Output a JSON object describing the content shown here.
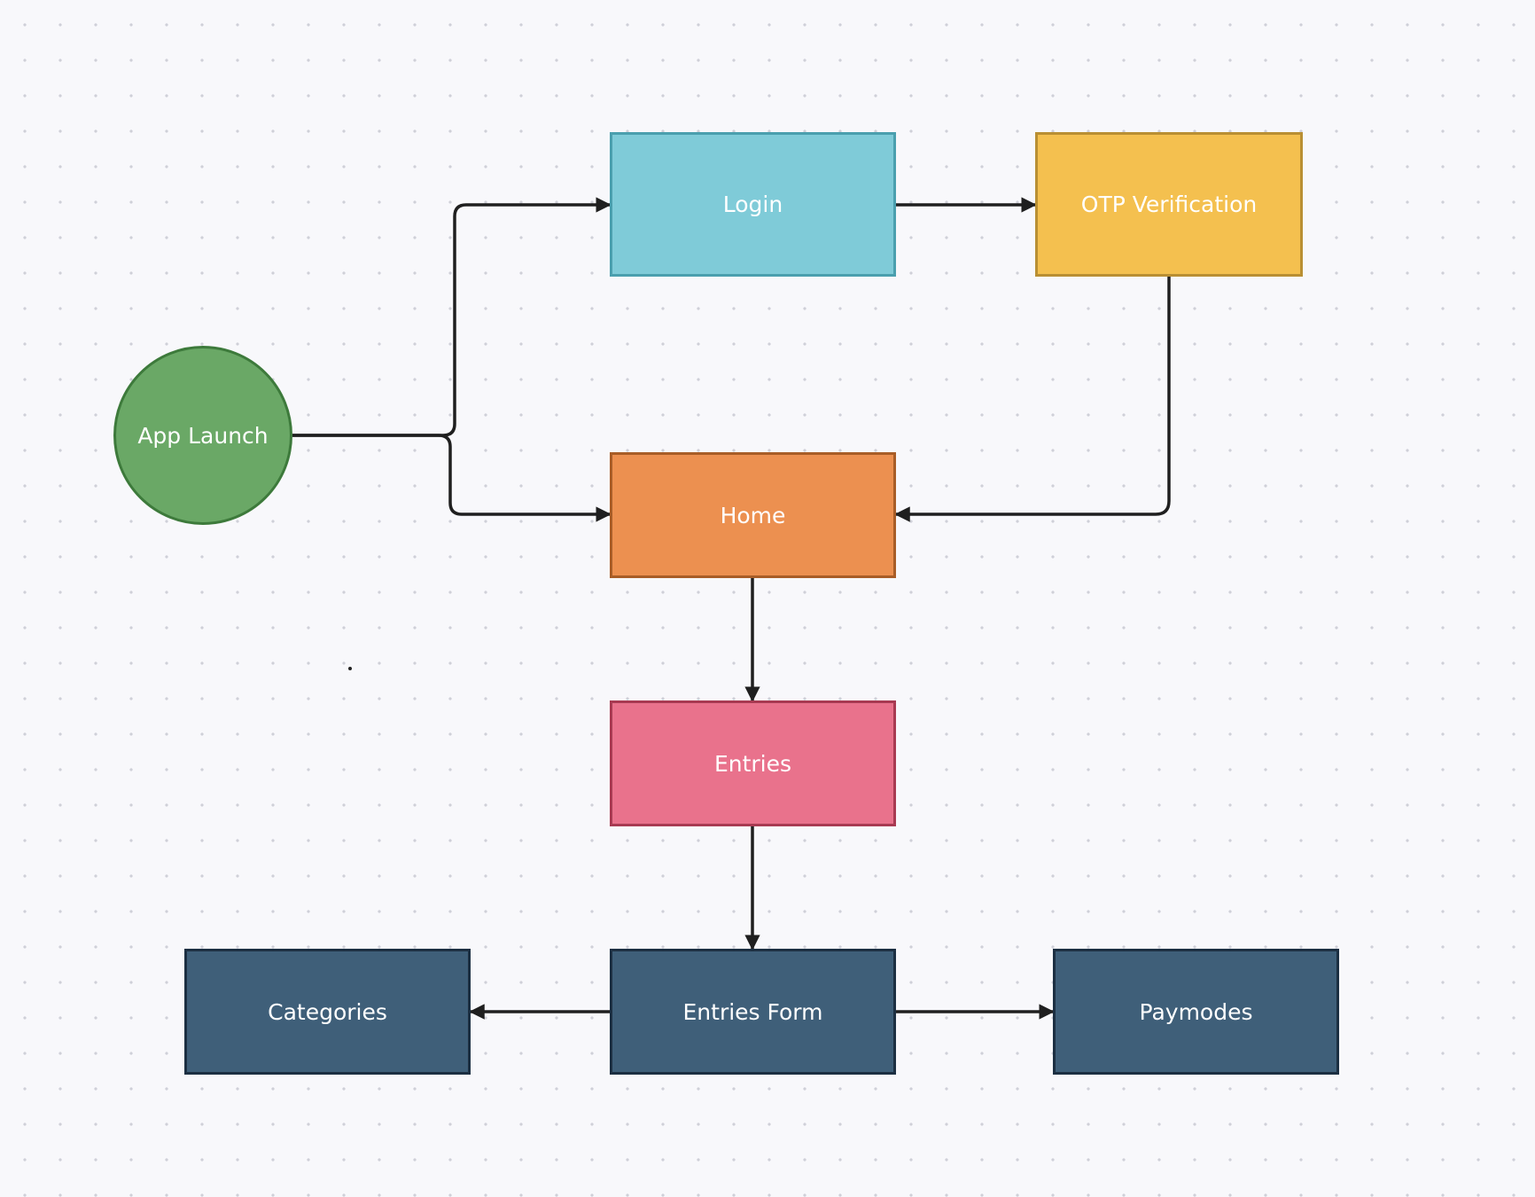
{
  "nodes": [
    {
      "id": "app_launch",
      "label": "App Launch",
      "shape": "circle",
      "fill": "#6aa866",
      "border": "#3d7a3b"
    },
    {
      "id": "login",
      "label": "Login",
      "shape": "rectangle",
      "fill": "#7fcbd8",
      "border": "#4a9fae"
    },
    {
      "id": "otp_verification",
      "label": "OTP Verification",
      "shape": "rectangle",
      "fill": "#f4c04f",
      "border": "#b98f33"
    },
    {
      "id": "home",
      "label": "Home",
      "shape": "rectangle",
      "fill": "#ec9050",
      "border": "#a85d27"
    },
    {
      "id": "entries",
      "label": "Entries",
      "shape": "rectangle",
      "fill": "#e9728c",
      "border": "#a83a52"
    },
    {
      "id": "entries_form",
      "label": "Entries Form",
      "shape": "rectangle",
      "fill": "#3f5f79",
      "border": "#1c2f42"
    },
    {
      "id": "categories",
      "label": "Categories",
      "shape": "rectangle",
      "fill": "#3f5f79",
      "border": "#1c2f42"
    },
    {
      "id": "paymodes",
      "label": "Paymodes",
      "shape": "rectangle",
      "fill": "#3f5f79",
      "border": "#1c2f42"
    }
  ],
  "edges": [
    {
      "from": "app_launch",
      "to": "login"
    },
    {
      "from": "app_launch",
      "to": "home"
    },
    {
      "from": "login",
      "to": "otp_verification"
    },
    {
      "from": "otp_verification",
      "to": "home"
    },
    {
      "from": "home",
      "to": "entries"
    },
    {
      "from": "entries",
      "to": "entries_form"
    },
    {
      "from": "entries_form",
      "to": "categories"
    },
    {
      "from": "entries_form",
      "to": "paymodes"
    }
  ],
  "colors": {
    "canvas_background": "#f8f8fb",
    "grid_dot": "#cfd0d8",
    "connector": "#1f1f1f",
    "node_text": "#ffffff"
  }
}
